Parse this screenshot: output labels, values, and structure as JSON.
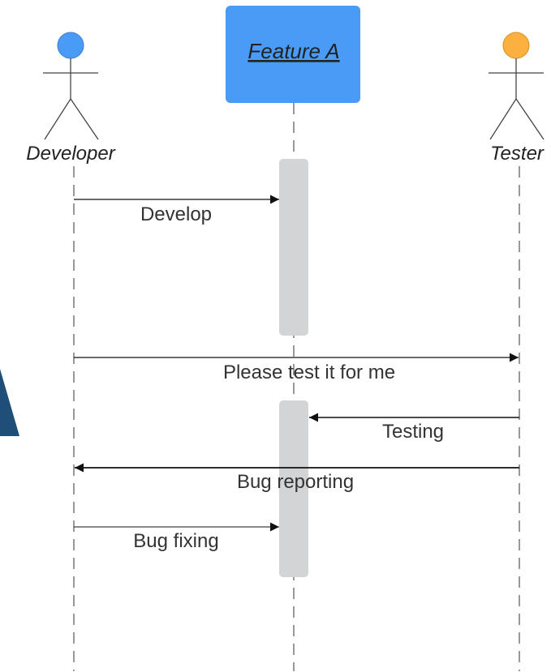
{
  "diagram": {
    "type": "sequence",
    "colors": {
      "object_box": "#4a9bf5",
      "developer_head": "#4a9bf5",
      "tester_head": "#fbb040",
      "activation": "#d3d4d6",
      "lifeline": "#555555",
      "arrow": "#111111",
      "side_shape": "#1f4e79"
    },
    "actors": {
      "developer": {
        "label": "Developer"
      },
      "tester": {
        "label": "Tester"
      }
    },
    "object": {
      "label": "Feature A"
    },
    "messages": [
      {
        "id": "develop",
        "label": "Develop",
        "from": "developer",
        "to": "feature"
      },
      {
        "id": "please-test",
        "label": "Please test it for me",
        "from": "developer",
        "to": "tester"
      },
      {
        "id": "testing",
        "label": "Testing",
        "from": "tester",
        "to": "feature"
      },
      {
        "id": "bug-reporting",
        "label": "Bug reporting",
        "from": "tester",
        "to": "developer"
      },
      {
        "id": "bug-fixing",
        "label": "Bug fixing",
        "from": "developer",
        "to": "feature"
      }
    ]
  }
}
